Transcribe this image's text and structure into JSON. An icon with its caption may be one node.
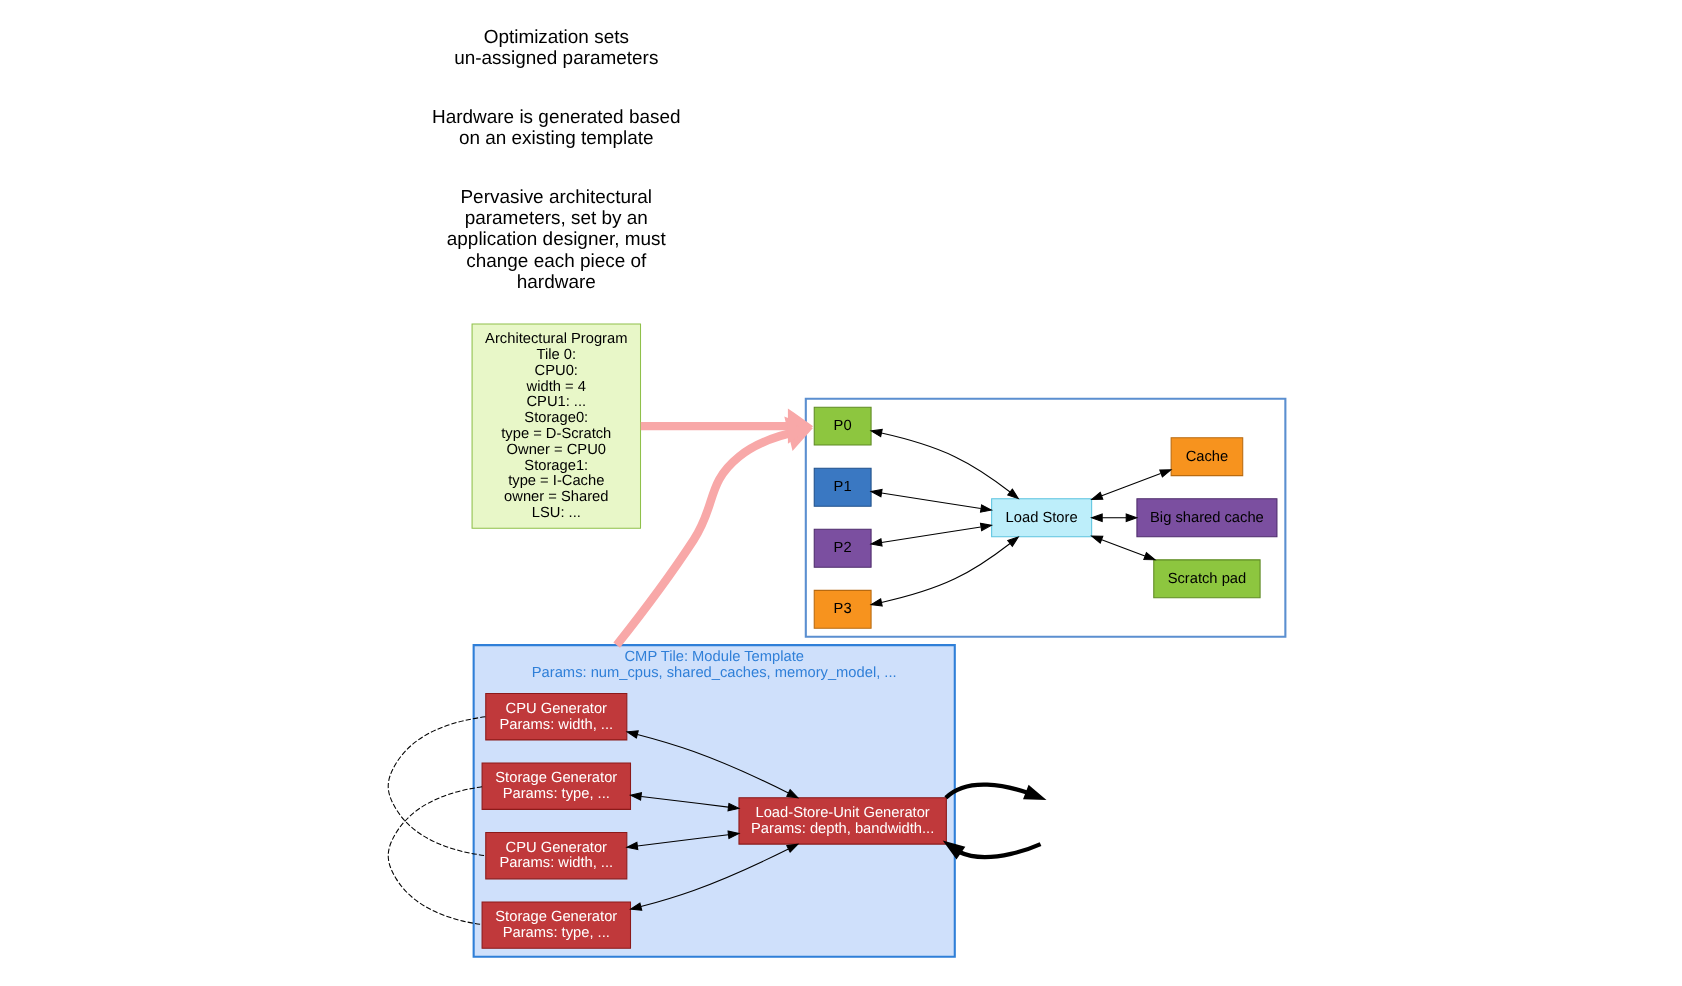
{
  "diagram": {
    "nodes": [
      {
        "text": [
          "CMP Tile: Module Template",
          "Params: num_cpus, shared_caches, memory_model, ..."
        ]
      },
      {
        "text": [
          "CPU Generator",
          "Params: width, ..."
        ],
        "in": 0
      },
      {
        "text": [
          "Load-Store-Unit Generator",
          "Params: depth, bandwidth..."
        ],
        "in": 0
      },
      {
        "text": [
          "Storage Generator",
          "Params: type, ..."
        ],
        "in": 0
      },
      {
        "text": [
          "CPU Generator",
          "Params: width, ..."
        ],
        "in": 0
      },
      {
        "text": [
          "Storage Generator",
          "Params: type, ..."
        ],
        "in": 0
      },
      {
        "text": [
          "Architectural Program",
          "Tile 0:",
          "CPU0:",
          "width = 4",
          "CPU1: ...",
          "Storage0:",
          "type = D-Scratch",
          "Owner = CPU0",
          "Storage1:",
          "type = I-Cache",
          "owner = Shared",
          "LSU: ..."
        ]
      },
      {
        "text": [],
        "shape": "box"
      },
      {
        "text": [
          "P0"
        ],
        "in": 7
      },
      {
        "text": [
          "P1"
        ],
        "in": 7
      },
      {
        "text": [
          "P2"
        ],
        "in": 7
      },
      {
        "text": [
          "P3"
        ],
        "in": 7
      },
      {
        "text": [
          "Load Store"
        ],
        "in": 7
      },
      {
        "text": [
          "Scratch pad"
        ],
        "in": 7
      },
      {
        "text": [
          "Big shared cache"
        ],
        "in": 7
      },
      {
        "text": [
          "Cache"
        ],
        "in": 7
      }
    ],
    "edges": [
      {
        "from": 1,
        "to": 2,
        "arrow": "both"
      },
      {
        "from": 3,
        "to": 2,
        "arrow": "both"
      },
      {
        "from": 4,
        "to": 2,
        "arrow": "both"
      },
      {
        "from": 5,
        "to": 2,
        "arrow": "both"
      },
      {
        "from": 1,
        "to": 4,
        "arrow": "none",
        "style": "dashed"
      },
      {
        "from": 3,
        "to": 5,
        "arrow": "none",
        "style": "dashed"
      },
      {
        "from": 2,
        "to": null,
        "arrow": "to",
        "style": "thick"
      },
      {
        "from": null,
        "to": 2,
        "arrow": "to",
        "style": "thick"
      },
      {
        "from": 0,
        "to": 7,
        "arrow": "to",
        "style": "thick",
        "color": "#f8a8a8"
      },
      {
        "from": 6,
        "to": 7,
        "arrow": "to",
        "style": "thick",
        "color": "#f8a8a8"
      },
      {
        "from": 8,
        "to": 12,
        "arrow": "both"
      },
      {
        "from": 9,
        "to": 12,
        "arrow": "both"
      },
      {
        "from": 10,
        "to": 12,
        "arrow": "both"
      },
      {
        "from": 11,
        "to": 12,
        "arrow": "both"
      },
      {
        "from": 12,
        "to": 13,
        "arrow": "both"
      },
      {
        "from": 12,
        "to": 14,
        "arrow": "both"
      },
      {
        "from": 12,
        "to": 15,
        "arrow": "both"
      }
    ],
    "labels": [
      "Pervasive architectural parameters, set by an application designer, must change each piece of hardware",
      "Hardware is generated based on an existing template",
      "Optimization sets un-assigned parameters"
    ]
  }
}
